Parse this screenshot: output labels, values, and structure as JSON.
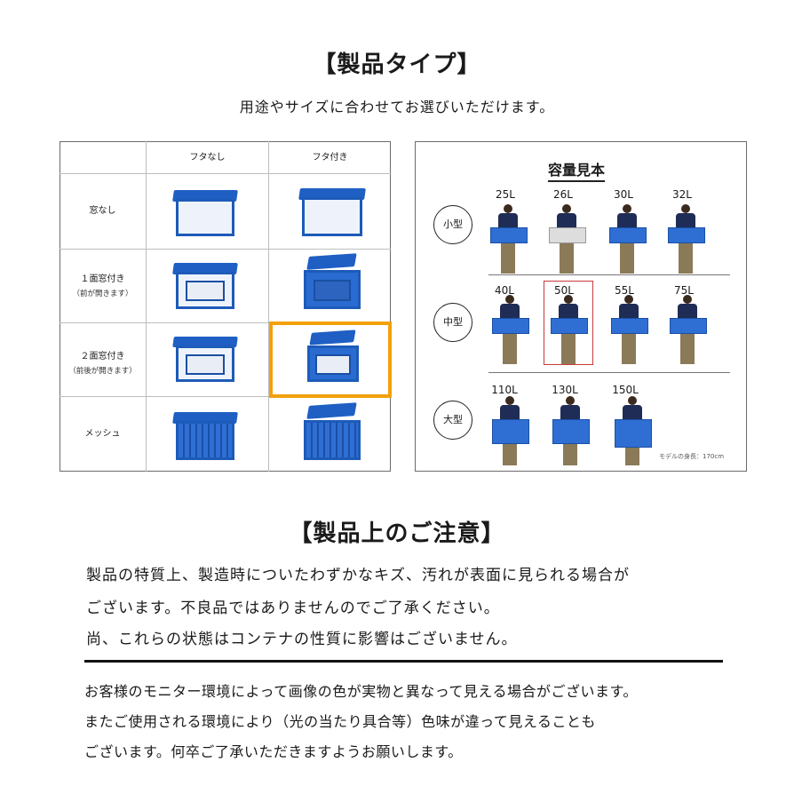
{
  "heading_types": "【製品タイプ】",
  "subheading_types": "用途やサイズに合わせてお選びいただけます。",
  "table": {
    "col_headers": [
      "フタなし",
      "フタ付き"
    ],
    "rows": [
      {
        "label": "窓なし",
        "note": ""
      },
      {
        "label": "１面窓付き",
        "note": "（前が開きます）"
      },
      {
        "label": "２面窓付き",
        "note": "（前後が開きます）"
      },
      {
        "label": "メッシュ",
        "note": ""
      }
    ]
  },
  "capacity": {
    "title": "容量見本",
    "groups": [
      {
        "name": "小型",
        "sizes": [
          "25L",
          "26L",
          "30L",
          "32L"
        ]
      },
      {
        "name": "中型",
        "sizes": [
          "40L",
          "50L",
          "55L",
          "75L"
        ]
      },
      {
        "name": "大型",
        "sizes": [
          "110L",
          "130L",
          "150L"
        ]
      }
    ],
    "model_note": "モデルの身長：170cm"
  },
  "heading_notes": "【製品上のご注意】",
  "notes_1": [
    "製品の特質上、製造時についたわずかなキズ、汚れが表面に見られる場合が",
    "ございます。不良品ではありませんのでご了承ください。",
    "尚、これらの状態はコンテナの性質に影響はございません。"
  ],
  "notes_2": [
    "お客様のモニター環境によって画像の色が実物と異なって見える場合がございます。",
    "またご使用される環境により（光の当たり具合等）色味が違って見えることも",
    "ございます。何卒ご了承いただきますようお願いします。"
  ],
  "colors": {
    "highlight": "#f2a10c",
    "crate_blue": "#1f5fc4",
    "selected_size": "#c63b3b"
  }
}
